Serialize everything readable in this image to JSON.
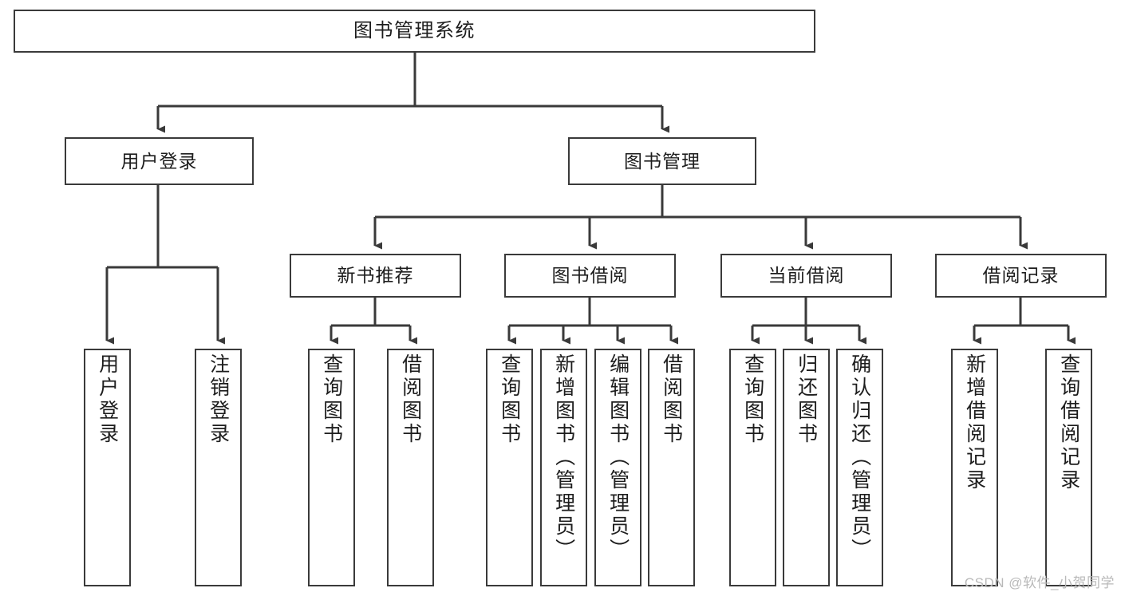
{
  "diagram": {
    "title": "图书管理系统",
    "type": "tree-hierarchy",
    "watermark": "CSDN @软件_小贺同学",
    "line_color": "#3a3a3a",
    "background_color": "#ffffff",
    "text_color": "#1d1d1d"
  },
  "root": {
    "label": "图书管理系统"
  },
  "level2": [
    {
      "label": "用户登录"
    },
    {
      "label": "图书管理"
    }
  ],
  "level3": [
    {
      "label": "新书推荐"
    },
    {
      "label": "图书借阅"
    },
    {
      "label": "当前借阅"
    },
    {
      "label": "借阅记录"
    }
  ],
  "leaves": {
    "user_login": [
      {
        "label": "用户登录"
      },
      {
        "label": "注销登录"
      }
    ],
    "new_book_recommend": [
      {
        "label": "查询图书"
      },
      {
        "label": "借阅图书"
      }
    ],
    "book_borrow": [
      {
        "label": "查询图书"
      },
      {
        "label": "新增图书（管理员）"
      },
      {
        "label": "编辑图书（管理员）"
      },
      {
        "label": "借阅图书"
      }
    ],
    "current_borrow": [
      {
        "label": "查询图书"
      },
      {
        "label": "归还图书"
      },
      {
        "label": "确认归还（管理员）"
      }
    ],
    "borrow_record": [
      {
        "label": "新增借阅记录"
      },
      {
        "label": "查询借阅记录"
      }
    ]
  }
}
